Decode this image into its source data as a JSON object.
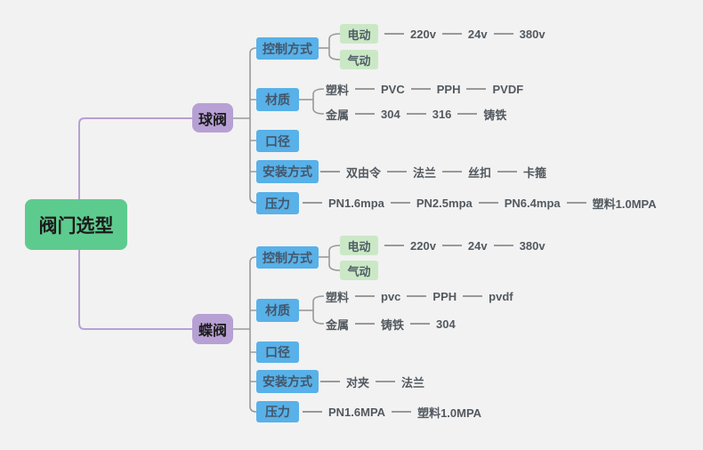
{
  "root": {
    "label": "阀门选型"
  },
  "branches": [
    {
      "label": "球阀",
      "categories": [
        {
          "label": "控制方式",
          "children": [
            {
              "label": "电动",
              "items": [
                "220v",
                "24v",
                "380v"
              ]
            },
            {
              "label": "气动",
              "items": []
            }
          ]
        },
        {
          "label": "材质",
          "children": [
            {
              "label": "塑料",
              "items": [
                "PVC",
                "PPH",
                "PVDF"
              ]
            },
            {
              "label": "金属",
              "items": [
                "304",
                "316",
                "铸铁"
              ]
            }
          ]
        },
        {
          "label": "口径"
        },
        {
          "label": "安装方式",
          "items": [
            "双由令",
            "法兰",
            "丝扣",
            "卡箍"
          ]
        },
        {
          "label": "压力",
          "items": [
            "PN1.6mpa",
            "PN2.5mpa",
            "PN6.4mpa",
            "塑料1.0MPA"
          ]
        }
      ]
    },
    {
      "label": "蝶阀",
      "categories": [
        {
          "label": "控制方式",
          "children": [
            {
              "label": "电动",
              "items": [
                "220v",
                "24v",
                "380v"
              ]
            },
            {
              "label": "气动",
              "items": []
            }
          ]
        },
        {
          "label": "材质",
          "children": [
            {
              "label": "塑料",
              "items": [
                "pvc",
                "PPH",
                "pvdf"
              ]
            },
            {
              "label": "金属",
              "items": [
                "铸铁",
                "304"
              ]
            }
          ]
        },
        {
          "label": "口径"
        },
        {
          "label": "安装方式",
          "items": [
            "对夹",
            "法兰"
          ]
        },
        {
          "label": "压力",
          "items": [
            "PN1.6MPA",
            "塑料1.0MPA"
          ]
        }
      ]
    }
  ],
  "colors": {
    "background": "#f2f2f2",
    "root_node": "#5ecb8e",
    "branch_node": "#b7a0d4",
    "category_node": "#58b1e8",
    "leaf_node": "#cbe8c6",
    "branch_line": "#b7a0d4",
    "tree_line": "#999999"
  }
}
